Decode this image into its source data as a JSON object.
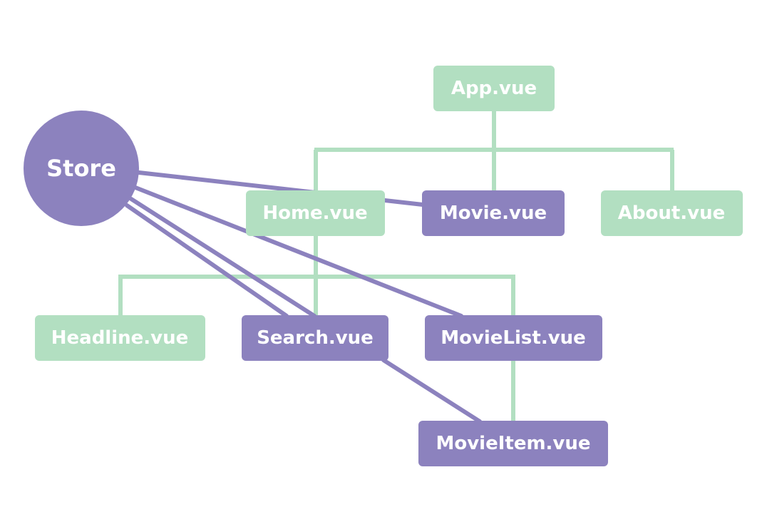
{
  "colors": {
    "component": "#b2dfc1",
    "store_connected": "#8c82be",
    "text": "#ffffff",
    "background": "#ffffff"
  },
  "store": {
    "label": "Store"
  },
  "nodes": {
    "app": {
      "label": "App.vue",
      "store_connected": false
    },
    "home": {
      "label": "Home.vue",
      "store_connected": false
    },
    "movie": {
      "label": "Movie.vue",
      "store_connected": true
    },
    "about": {
      "label": "About.vue",
      "store_connected": false
    },
    "headline": {
      "label": "Headline.vue",
      "store_connected": false
    },
    "search": {
      "label": "Search.vue",
      "store_connected": true
    },
    "movielist": {
      "label": "MovieList.vue",
      "store_connected": true
    },
    "movieitem": {
      "label": "MovieItem.vue",
      "store_connected": true
    }
  }
}
